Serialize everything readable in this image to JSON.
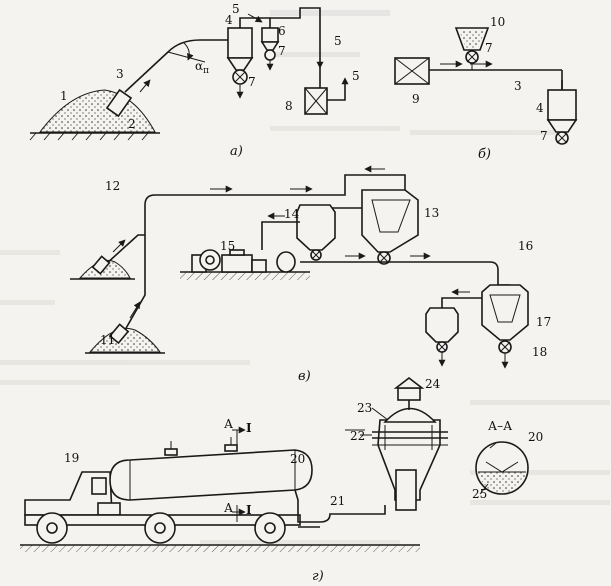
{
  "labels": {
    "n1": "1",
    "n2": "2",
    "n3": "3",
    "n4": "4",
    "n5": "5",
    "n6": "6",
    "n7": "7",
    "n8": "8",
    "n9": "9",
    "n10": "10",
    "n11": "11",
    "n12": "12",
    "n13": "13",
    "n14": "14",
    "n15": "15",
    "n16": "16",
    "n17": "17",
    "n18": "18",
    "n19": "19",
    "n20": "20",
    "n21": "21",
    "n22": "22",
    "n23": "23",
    "n24": "24",
    "n25": "25",
    "alpha": "α",
    "alpha_sub": "п",
    "section_a": "А",
    "section_roman": "I",
    "section_aa": "А–А"
  },
  "captions": {
    "a": "а)",
    "b": "б)",
    "v": "в)",
    "g": "г)"
  }
}
